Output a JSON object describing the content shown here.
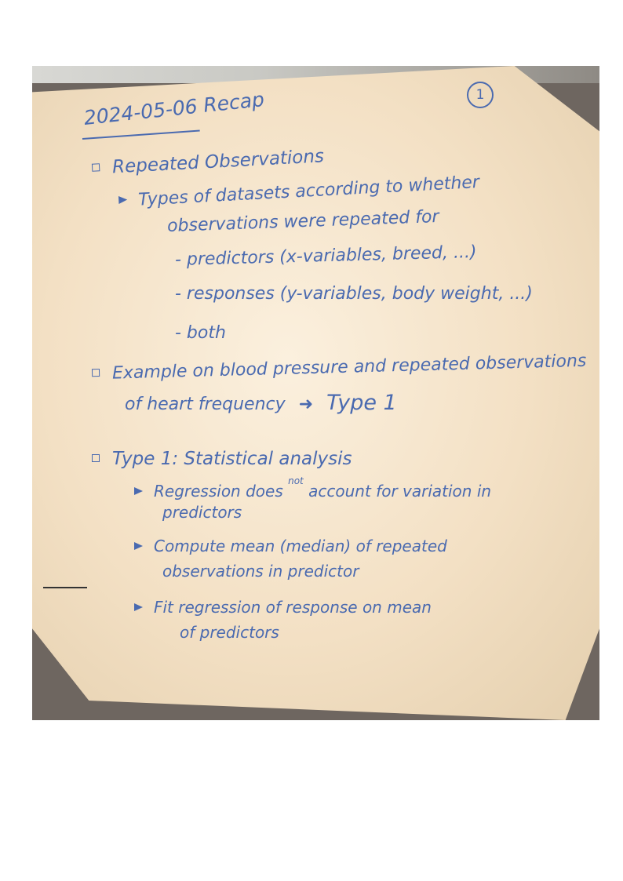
{
  "page_number": "1",
  "title": "2024-05-06 Recap",
  "sections": {
    "repeated": {
      "heading": "Repeated Observations",
      "bullet": "Types of datasets according to whether",
      "bullet_cont": "observations were repeated for",
      "items": [
        "- predictors   (x-variables, breed, ...)",
        "- responses   (y-variables, body weight, ...)",
        "- both"
      ]
    },
    "example": {
      "line1": "Example on blood pressure and repeated observations",
      "line2": "of heart frequency",
      "arrow_text": "Type 1"
    },
    "type1": {
      "heading": "Type 1: Statistical analysis",
      "bullets": [
        {
          "line1": "Regression does",
          "inserted": "not",
          "line1_end": "account for variation in",
          "line2": "predictors"
        },
        {
          "line1": "Compute mean (median) of repeated",
          "line2": "observations in predictor"
        },
        {
          "line1": "Fit regression of response on mean",
          "line2": "of predictors"
        }
      ]
    }
  },
  "colors": {
    "ink": "#4a6ab0",
    "screen": "#f6e6cc"
  }
}
